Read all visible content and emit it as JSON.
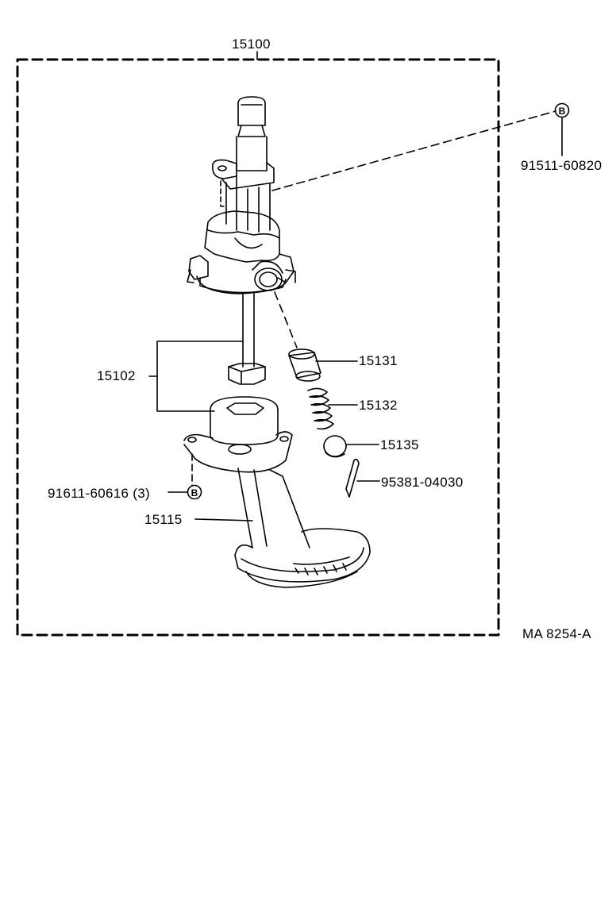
{
  "diagram": {
    "assembly_label": "15100",
    "bolt_top_label": "91511-60820",
    "shaft_label": "15102",
    "relief_valve_label": "15131",
    "spring_label": "15132",
    "retainer_label": "15135",
    "cotter_pin_label": "95381-04030",
    "bolt_bottom_label": "91611-60616 (3)",
    "strainer_label": "15115",
    "marker_letter": "B",
    "figure_code": "MA 8254-A"
  }
}
